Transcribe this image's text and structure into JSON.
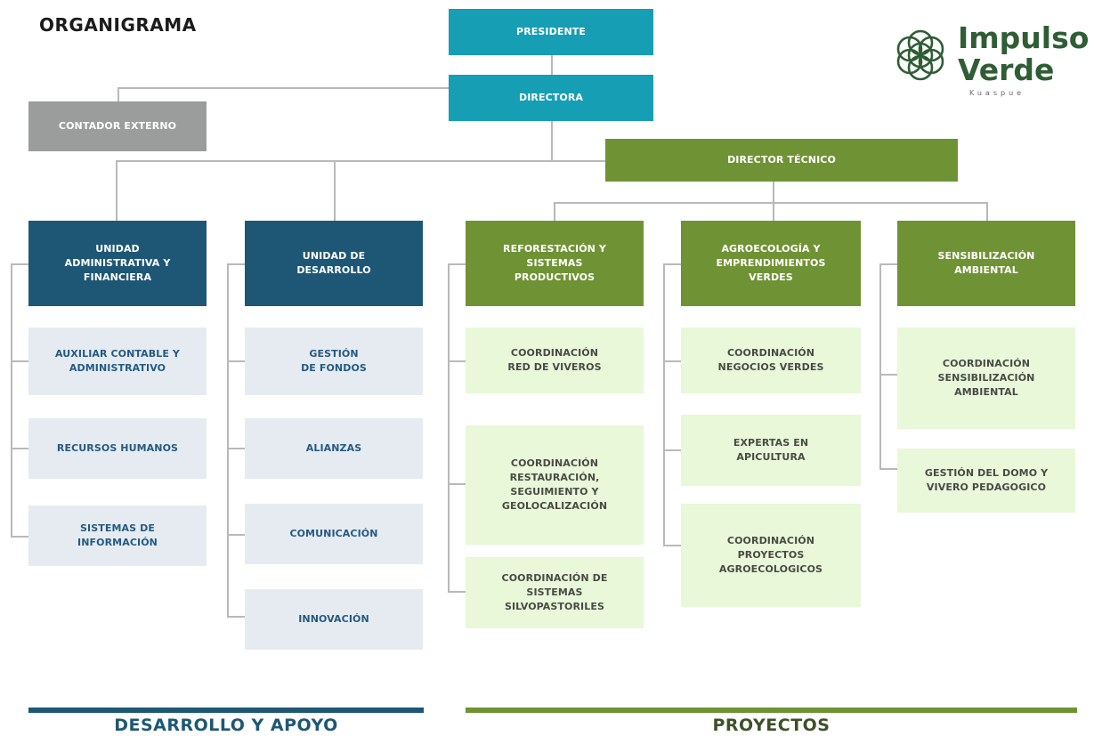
{
  "title": "ORGANIGRAMA",
  "logo": {
    "line1": "Impulso",
    "line2": "Verde",
    "sub": "Kuaspue",
    "color": "#2f5d34"
  },
  "colors": {
    "leadership": "#169eb5",
    "external": "#9a9d9b",
    "support_units": "#1e5776",
    "project_units": "#6f9334",
    "support_items_bg": "#e6ebf1",
    "project_items_bg": "#e8f8d9"
  },
  "nodes": {
    "president": "PRESIDENTE",
    "director": "DIRECTORA",
    "external_accountant": "CONTADOR EXTERNO",
    "technical_director": "DIRECTOR TÉCNICO"
  },
  "units": {
    "admin": {
      "title": "UNIDAD\nADMINISTRATIVA Y\nFINANCIERA",
      "items": [
        "AUXILIAR CONTABLE Y\nADMINISTRATIVO",
        "RECURSOS HUMANOS",
        "SISTEMAS DE\nINFORMACIÓN"
      ]
    },
    "development": {
      "title": "UNIDAD DE\nDESARROLLO",
      "items": [
        "GESTIÓN\nDE FONDOS",
        "ALIANZAS",
        "COMUNICACIÓN",
        "INNOVACIÓN"
      ]
    },
    "reforestation": {
      "title": "REFORESTACIÓN Y\nSISTEMAS\nPRODUCTIVOS",
      "items": [
        "COORDINACIÓN\nRED DE VIVEROS",
        "COORDINACIÓN\nRESTAURACIÓN,\nSEGUIMIENTO Y\nGEOLOCALIZACIÓN",
        "COORDINACIÓN  DE\nSISTEMAS\nSILVOPASTORILES"
      ]
    },
    "agroecology": {
      "title": "AGROECOLOGÍA Y\nEMPRENDIMIENTOS\nVERDES",
      "items": [
        "COORDINACIÓN\nNEGOCIOS VERDES",
        "EXPERTAS EN\nAPICULTURA",
        "COORDINACIÓN\nPROYECTOS\nAGROECOLOGICOS"
      ]
    },
    "awareness": {
      "title": "SENSIBILIZACIÓN\nAMBIENTAL",
      "items": [
        "COORDINACIÓN\nSENSIBILIZACIÓN\nAMBIENTAL",
        "GESTIÓN DEL DOMO Y\nVIVERO PEDAGOGICO"
      ]
    }
  },
  "footer": {
    "left": "DESARROLLO Y APOYO",
    "right": "PROYECTOS"
  }
}
